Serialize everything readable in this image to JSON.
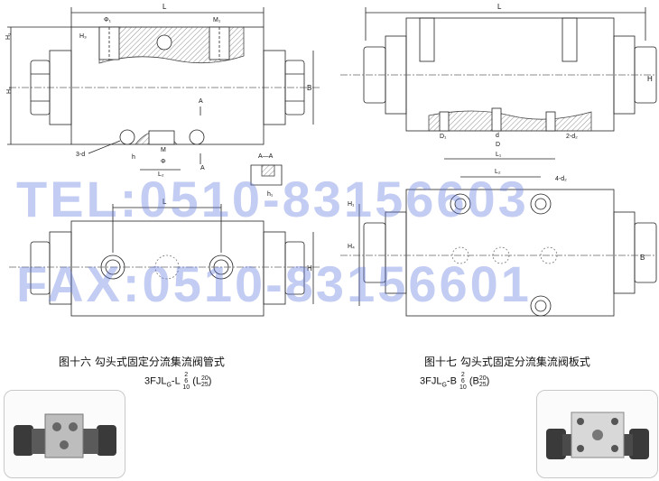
{
  "fig16": {
    "caption": "图十六  勾头式固定分流集流阀管式",
    "model": {
      "prefix": "3FJL",
      "sub1": "G",
      "mid": "-L",
      "sup_a": "2",
      "sup_b": "6",
      "sup_c": "10",
      "paren_a": "20",
      "paren_b": "25"
    },
    "labels": {
      "L_top": "L",
      "phi1": "Φ₁",
      "M1": "M₁",
      "H1": "H₁",
      "H3": "H₃",
      "H2": "H₂",
      "B": "B",
      "A_top": "A",
      "A_bot": "A",
      "d3": "3-d",
      "h": "h",
      "M": "M",
      "phi": "Φ",
      "L2": "L₂",
      "AA": "A—A",
      "h1": "h₁",
      "L_mid": "L",
      "H_mid": "H"
    }
  },
  "fig17": {
    "caption": "图十七  勾头式固定分流集流阀板式",
    "model": {
      "prefix": "3FJL",
      "sub1": "G",
      "mid": "-B",
      "sup_a": "2",
      "sup_b": "6",
      "sup_c": "10",
      "paren_a": "20",
      "paren_b": "25"
    },
    "labels": {
      "L_top": "L",
      "H": "H",
      "D1": "D₁",
      "d": "d",
      "D": "D",
      "d2": "2-d₂",
      "L1": "L₁",
      "L2": "L₂",
      "d4": "4-d₂",
      "H1": "H₁",
      "H4": "H₄",
      "B": "B"
    }
  },
  "watermark": {
    "tel": "TEL:0510-83156603",
    "fax": "FAX:0510-83156601"
  }
}
